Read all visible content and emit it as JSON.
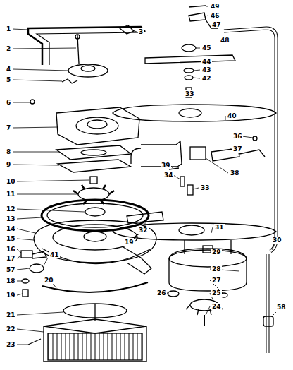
{
  "diagram": {
    "labels": [
      "1",
      "2",
      "3",
      "4",
      "5",
      "6",
      "7",
      "8",
      "9",
      "10",
      "11",
      "12",
      "13",
      "14",
      "15",
      "16",
      "17",
      "41",
      "57",
      "18",
      "19",
      "20",
      "21",
      "22",
      "23",
      "19",
      "49",
      "46",
      "47",
      "48",
      "45",
      "44",
      "43",
      "42",
      "33",
      "40",
      "36",
      "37",
      "39",
      "34",
      "38",
      "33",
      "32",
      "31",
      "30",
      "29",
      "28",
      "27",
      "26",
      "25",
      "24",
      "58"
    ]
  }
}
